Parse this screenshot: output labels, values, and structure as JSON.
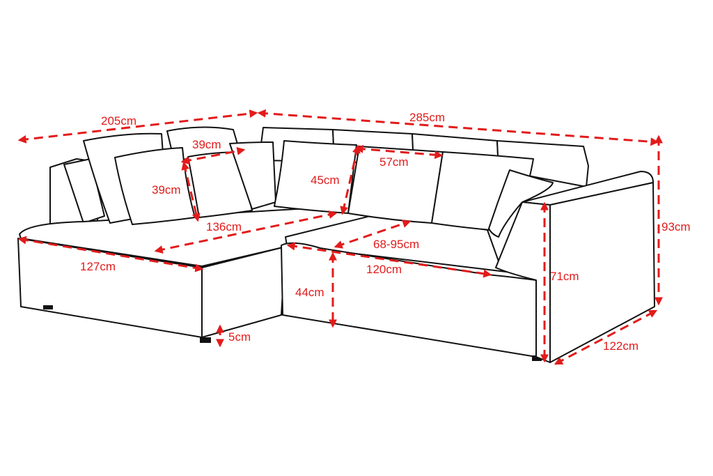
{
  "colors": {
    "dimension": "#e31b1b",
    "outline": "#111111",
    "background": "#ffffff"
  },
  "dimensions": {
    "chaise_total_width": "205cm",
    "total_length": "285cm",
    "cushion_small_width": "39cm",
    "cushion_small_height": "39cm",
    "back_cushion_height": "45cm",
    "back_cushion_width": "57cm",
    "chaise_seat_length": "136cm",
    "seat_depth": "68-95cm",
    "chaise_depth": "127cm",
    "seat_width": "120cm",
    "total_height": "93cm",
    "arm_height": "71cm",
    "seat_height": "44cm",
    "leg_height": "5cm",
    "total_depth": "122cm"
  }
}
